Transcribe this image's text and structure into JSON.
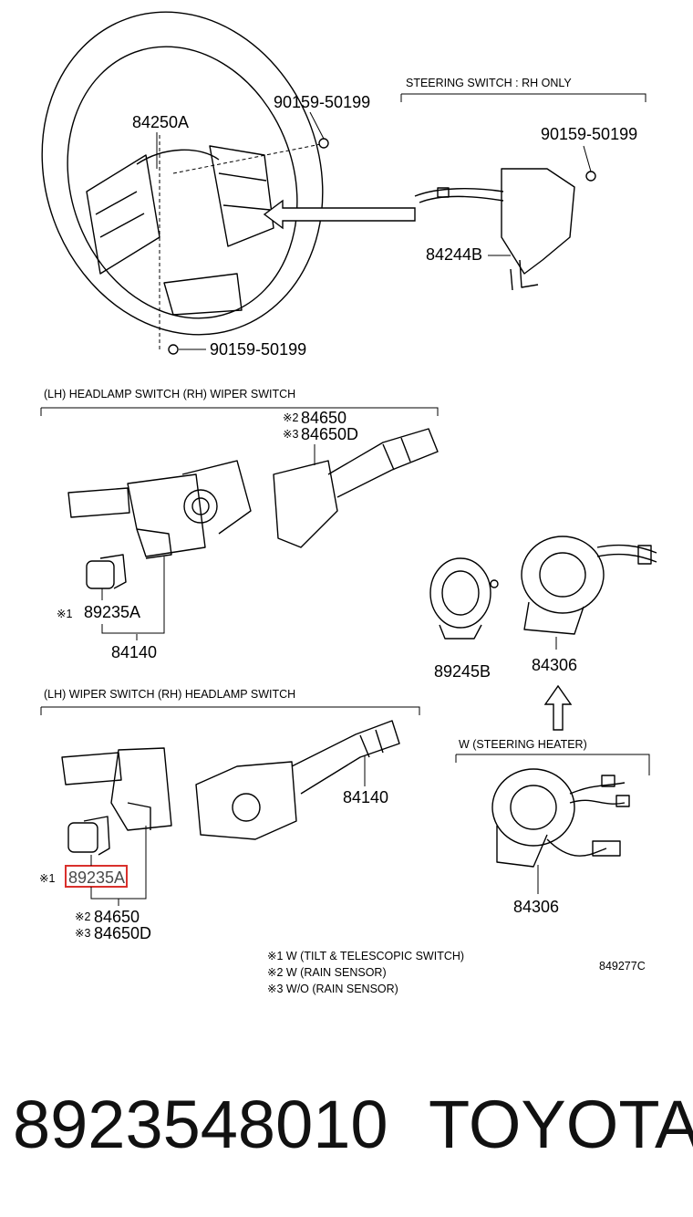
{
  "labels": {
    "wheel_top_bolt": "90159-50199",
    "wheel_airbag": "84250A",
    "rh_section": "STEERING SWITCH : RH ONLY",
    "rh_bolt": "90159-50199",
    "rh_switch": "84244B",
    "wheel_bottom_bolt": "90159-50199",
    "sec1_title": "(LH) HEADLAMP SWITCH   (RH) WIPER SWITCH",
    "sec1_wiper_mark2": "※2",
    "sec1_wiper_a": "84650",
    "sec1_wiper_mark3": "※3",
    "sec1_wiper_b": "84650D",
    "sec1_tilt_mark": "※1",
    "sec1_tilt": "89235A",
    "sec1_combo": "84140",
    "sensor": "89245B",
    "spiral": "84306",
    "sec2_title": "(LH) WIPER SWITCH   (RH) HEADLAMP SWITCH",
    "sec2_headlamp": "84140",
    "sec2_tilt_mark": "※1",
    "sec2_tilt": "89235A",
    "sec2_wiper_mark2": "※2",
    "sec2_wiper_a": "84650",
    "sec2_wiper_mark3": "※3",
    "sec2_wiper_b": "84650D",
    "heater_title": "W (STEERING HEATER)",
    "heater_spiral": "84306",
    "note1": "※1   W (TILT & TELESCOPIC SWITCH)",
    "note2": "※2   W (RAIN SENSOR)",
    "note3": "※3   W/O (RAIN SENSOR)",
    "drawing_code": "849277C"
  },
  "footer": {
    "part_number": "8923548010",
    "brand": "TOYOTA"
  },
  "colors": {
    "highlight": "#d9302c",
    "ink": "#000000"
  }
}
